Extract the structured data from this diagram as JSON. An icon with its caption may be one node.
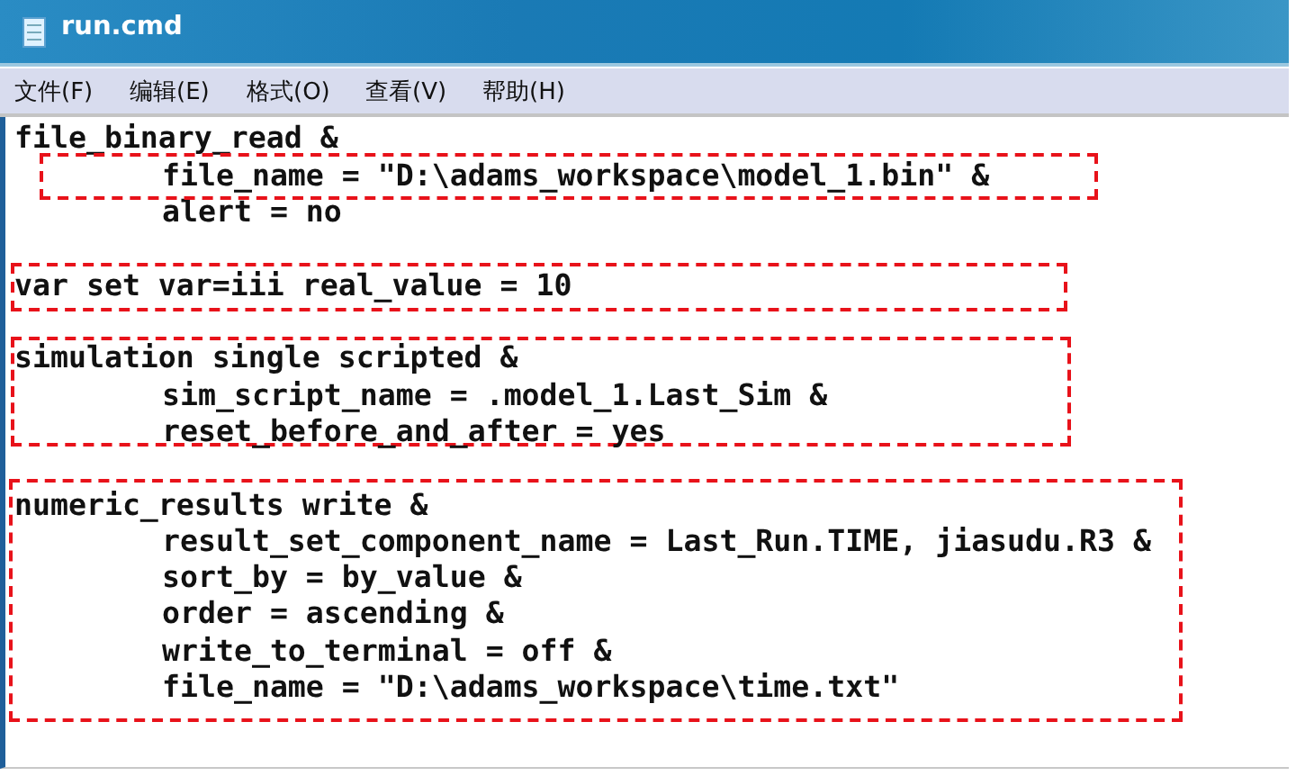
{
  "diagram": {
    "title": "run.cmd",
    "nodes": [
      {
        "text": [
          "file_name = \"D:\\adams_workspace\\model_1.bin\" &"
        ]
      },
      {
        "text": [
          "var set var=iii real_value = 10"
        ]
      },
      {
        "text": [
          "simulation single scripted &",
          "sim_script_name = .model_1.Last_Sim &",
          "reset_before_and_after = yes"
        ]
      },
      {
        "text": [
          "numeric_results write &",
          "result_set_component_name = Last_Run.TIME, jiasudu.R3 &",
          "sort_by = by_value &",
          "order = ascending &",
          "write_to_terminal = off &",
          "file_name = \"D:\\adams_workspace\\time.txt\""
        ]
      }
    ],
    "labels": [
      "文件(F)",
      "编辑(E)",
      "格式(O)",
      "查看(V)",
      "帮助(H)",
      "file_binary_read &",
      "alert = no"
    ]
  }
}
